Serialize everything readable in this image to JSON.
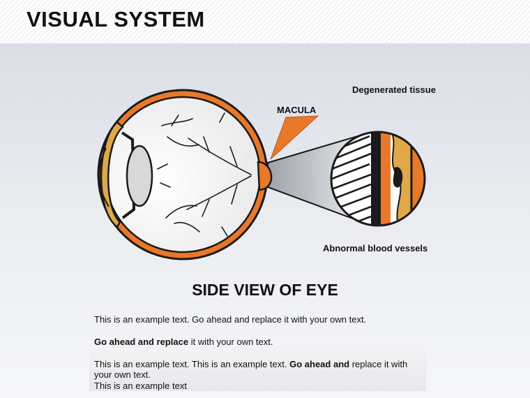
{
  "header": {
    "title": "VISUAL SYSTEM"
  },
  "diagram": {
    "labels": {
      "degenerated_tissue": "Degenerated tissue",
      "macula": "MACULA",
      "abnormal_vessels": "Abnormal blood vessels"
    },
    "subtitle": "SIDE VIEW OF EYE"
  },
  "body": {
    "p1": "This is an example text. Go ahead and replace it with your own text.",
    "p2_bold": "Go ahead and replace",
    "p2_rest": " it with your own text.",
    "p3_a": " This is an example text. This is an example text. ",
    "p3_bold": "Go ahead and",
    "p3_b": " replace it with your own text.",
    "p4": "This is an example text"
  },
  "colors": {
    "accent_orange": "#e8782a",
    "outline": "#1a1a1a",
    "lens_tan": "#e0a848"
  }
}
